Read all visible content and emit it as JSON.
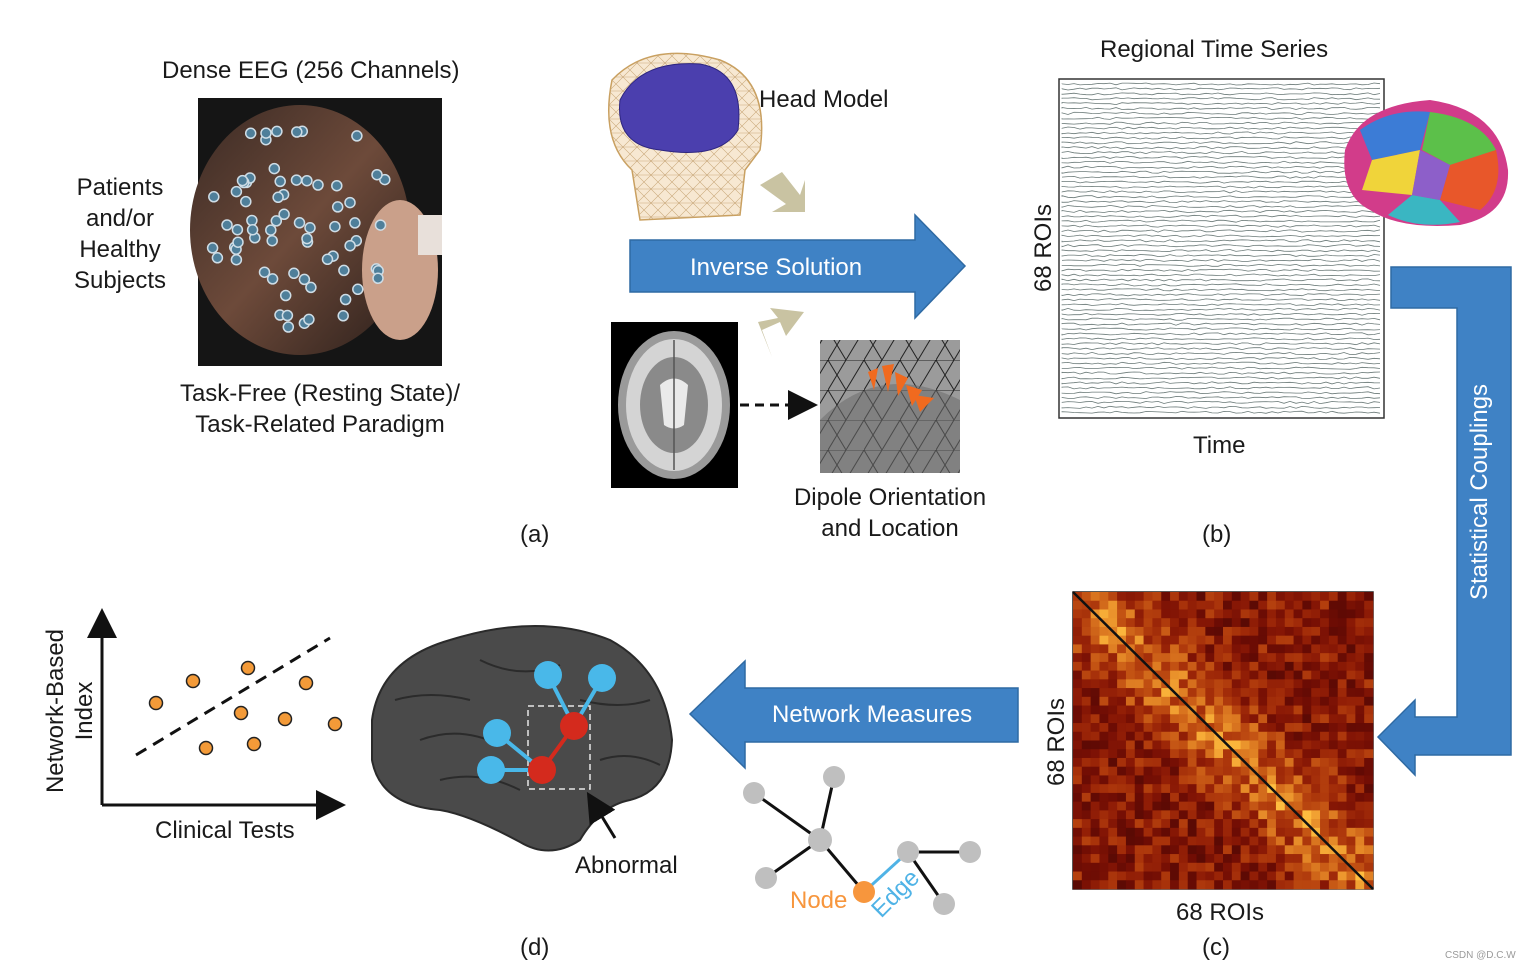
{
  "panel_a": {
    "eeg_title": "Dense EEG (256 Channels)",
    "subjects_label": [
      "Patients",
      "and/or",
      "Healthy",
      "Subjects"
    ],
    "paradigm_label": [
      "Task-Free (Resting State)/",
      "Task-Related Paradigm"
    ],
    "head_model_label": "Head Model",
    "inverse_solution_label": "Inverse Solution",
    "dipole_label": [
      "Dipole Orientation",
      "and Location"
    ],
    "tag": "(a)"
  },
  "panel_b": {
    "title": "Regional Time Series",
    "y_label": "68 ROIs",
    "x_label": "Time",
    "tag": "(b)"
  },
  "statistical_couplings_label": "Statistical Couplings",
  "panel_c": {
    "y_label": "68 ROIs",
    "x_label": "68 ROIs",
    "tag": "(c)"
  },
  "network_measures_label": "Network Measures",
  "graph": {
    "node_label": "Node",
    "edge_label": "Edge"
  },
  "panel_d": {
    "abnormal_label": "Abnormal",
    "y_label": [
      "Network-Based",
      "Index"
    ],
    "x_label": "Clinical Tests",
    "tag": "(d)"
  },
  "watermark": "CSDN @D.C.W",
  "colors": {
    "arrow_blue": "#3f82c5",
    "arrow_blue_edge": "#2f6aa3",
    "tan_arrow": "#c9c3a2",
    "scatter_orange": "#f39a38",
    "node_blue": "#49b8e9",
    "node_red": "#d42a1d",
    "graph_gray": "#bfbfbf",
    "node_orange": "#f7963d",
    "edge_blue": "#4fb3e6",
    "brain_dark": "#4a4a4a"
  }
}
